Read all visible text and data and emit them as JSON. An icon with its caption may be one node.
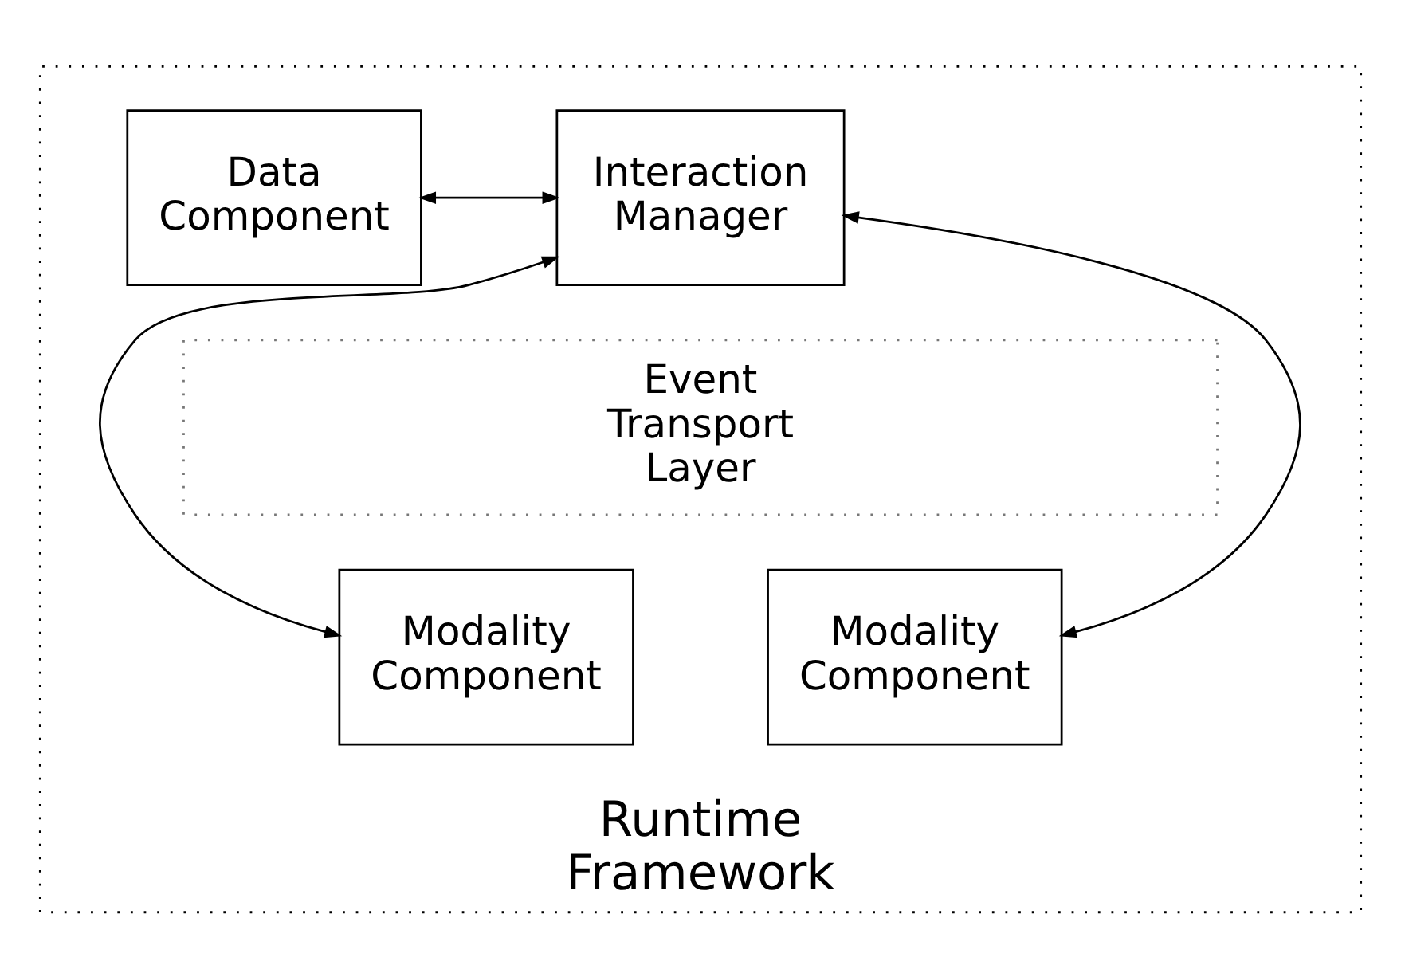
{
  "diagram": {
    "nodes": [
      {
        "text": [
          "Runtime Framework"
        ]
      },
      {
        "text": [
          "Interaction Manager"
        ],
        "in": 0
      },
      {
        "text": [
          "Data Component"
        ],
        "in": 0
      },
      {
        "text": [
          "Event Transport Layer"
        ],
        "in": 0
      },
      {
        "text": [
          "Modality Component"
        ],
        "in": 0
      },
      {
        "text": [
          "Modality Component"
        ],
        "in": 0
      }
    ],
    "edges": [
      {
        "from": 1,
        "to": 2,
        "arrow": "both"
      },
      {
        "from": 1,
        "to": 4,
        "arrow": "both"
      },
      {
        "from": 1,
        "to": 5,
        "arrow": "both"
      }
    ]
  }
}
